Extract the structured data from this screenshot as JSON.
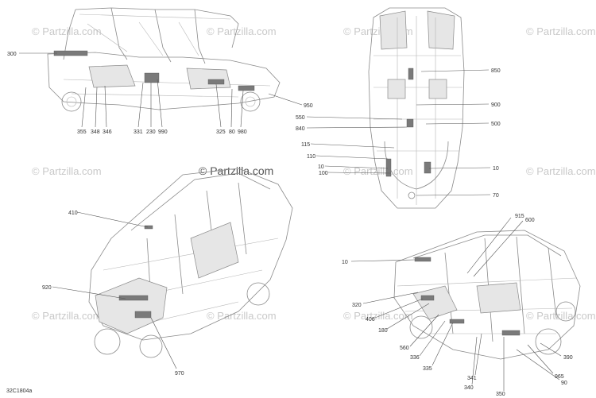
{
  "watermark": {
    "faint_text": "© Partzilla.com",
    "center_text": "© Partzilla.com"
  },
  "drawing_code": "32C1804a",
  "views": {
    "side": {
      "callouts": [
        "300",
        "355",
        "348",
        "346",
        "331",
        "230",
        "990",
        "325",
        "80",
        "980",
        "950"
      ]
    },
    "top": {
      "callouts": [
        "850",
        "900",
        "500",
        "550",
        "840",
        "115",
        "110",
        "10",
        "100",
        "10",
        "70"
      ]
    },
    "front_three_quarter": {
      "callouts": [
        "410",
        "920",
        "970"
      ]
    },
    "rear_three_quarter": {
      "callouts": [
        "915",
        "600",
        "10",
        "320",
        "406",
        "180",
        "560",
        "336",
        "335",
        "341",
        "340",
        "350",
        "390",
        "965",
        "90"
      ]
    }
  }
}
